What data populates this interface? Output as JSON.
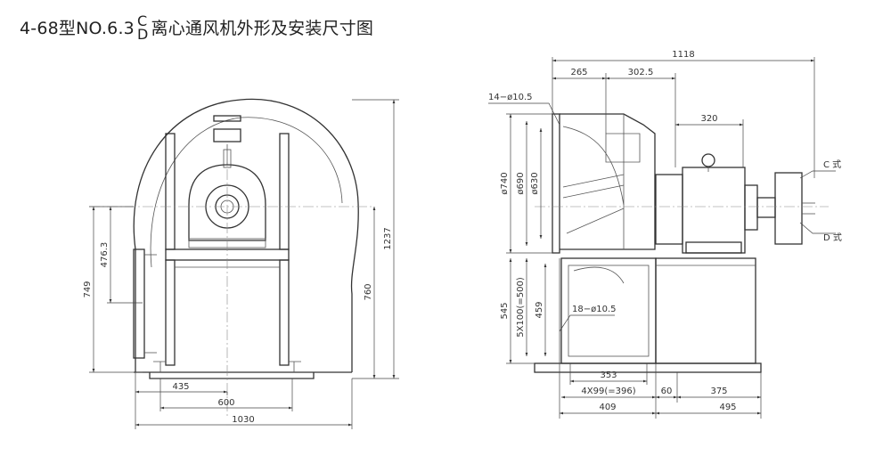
{
  "title": {
    "prefix": "4-68型NO.6.3",
    "variant_top": "C",
    "variant_bottom": "D",
    "suffix": "离心通风机外形及安装尺寸图"
  },
  "front_view": {
    "dims": {
      "height_total": "1237",
      "height_shaft": "760",
      "height_outlet": "749",
      "height_outlet_half": "476.3",
      "width_435": "435",
      "width_600": "600",
      "width_1030": "1030"
    }
  },
  "side_view": {
    "dims": {
      "total_length": "1118",
      "d265": "265",
      "d302_5": "302.5",
      "d320": "320",
      "inlet_holes": "14−ø10.5",
      "d740": "ø740",
      "d690": "ø690",
      "d630": "ø630",
      "d545": "545",
      "d459": "459",
      "d5x100": "5X100(=500)",
      "outlet_holes": "18−ø10.5",
      "d353": "353",
      "d4x99": "4X99(=396)",
      "d409": "409",
      "d60": "60",
      "d375": "375",
      "d495": "495"
    },
    "labels": {
      "c_type": "C 式",
      "d_type": "D 式"
    }
  }
}
